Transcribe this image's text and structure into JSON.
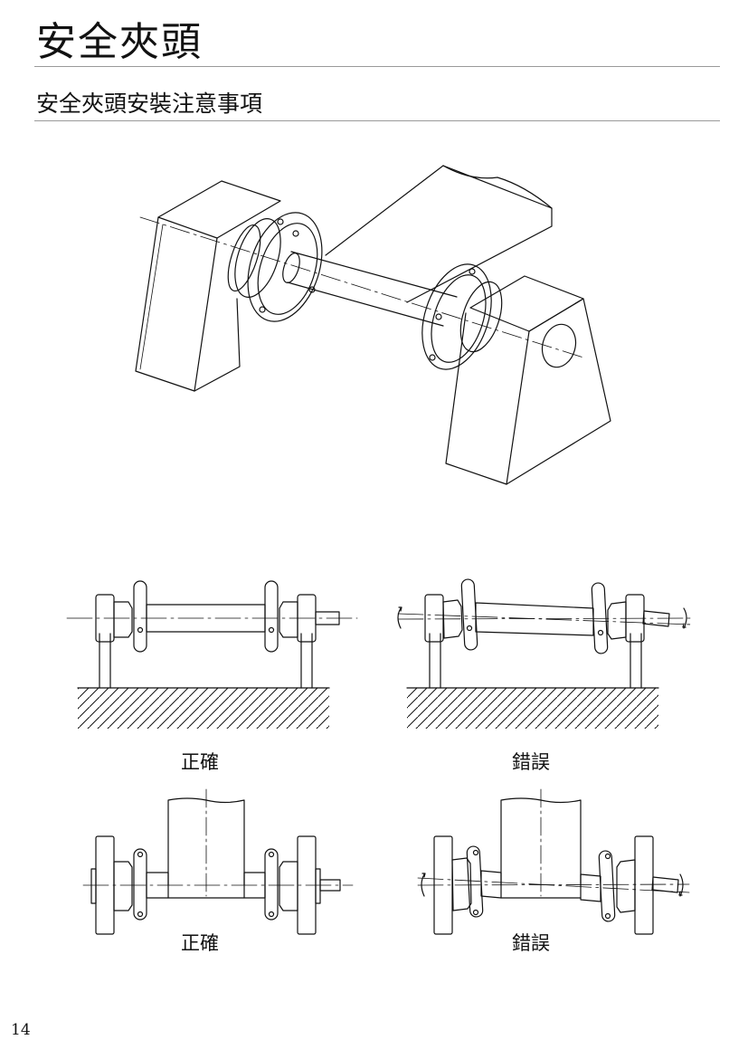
{
  "header": {
    "title": "安全夾頭",
    "subtitle": "安全夾頭安裝注意事項"
  },
  "figures": {
    "top_left_caption": "正確",
    "top_right_caption": "錯誤",
    "bottom_left_caption": "正確",
    "bottom_right_caption": "錯誤"
  },
  "footer": {
    "page_number": "14"
  }
}
